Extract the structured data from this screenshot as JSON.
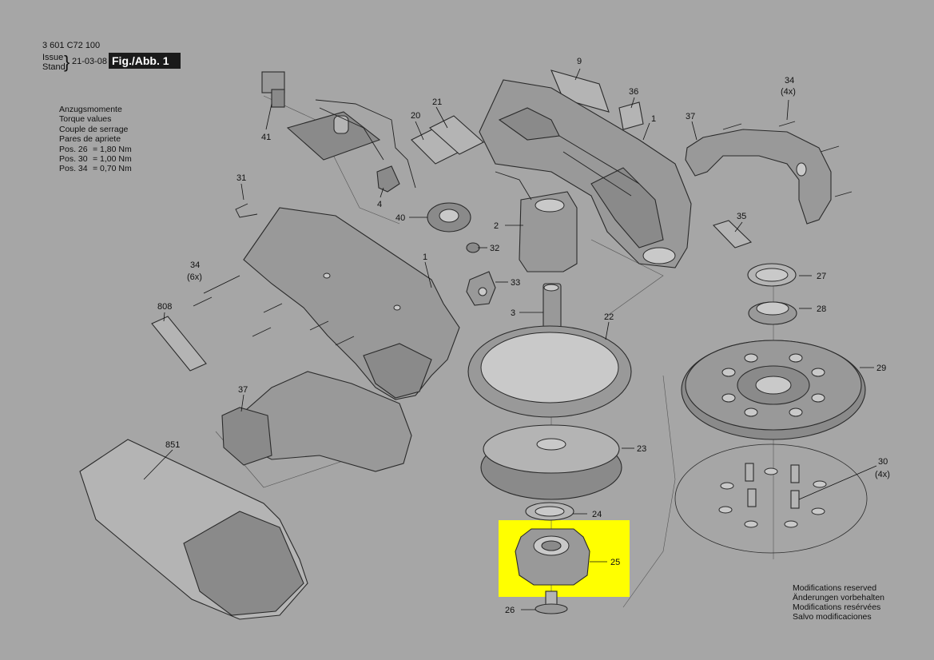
{
  "header": {
    "doc_number": "3 601 C72 100",
    "issue_label": "Issue",
    "stand_label": "Stand",
    "brace": "}",
    "date": "21-03-08",
    "figure_label": "Fig./Abb. 1"
  },
  "torque": {
    "lines": [
      "Anzugsmomente",
      "Torque values",
      "Couple de serrage",
      "Pares de apriete"
    ],
    "values": [
      {
        "pos": "Pos. 26",
        "val": "= 1,80 Nm"
      },
      {
        "pos": "Pos. 30",
        "val": "= 1,00 Nm"
      },
      {
        "pos": "Pos. 34",
        "val": "= 0,70 Nm"
      }
    ]
  },
  "note": {
    "lines": [
      "Modifications reserved",
      "Änderungen vorbehalten",
      "Modifications resérvées",
      "Salvo modificaciones"
    ]
  },
  "callouts": {
    "c9": "9",
    "c36": "36",
    "c1a": "1",
    "c37a": "37",
    "c34a": "34",
    "c34a_qty": "(4x)",
    "c21": "21",
    "c20": "20",
    "c41": "41",
    "c4": "4",
    "c31": "31",
    "c40": "40",
    "c2": "2",
    "c35": "35",
    "c32": "32",
    "c27": "27",
    "c1b": "1",
    "c34b": "34",
    "c34b_qty": "(6x)",
    "c33": "33",
    "c28": "28",
    "c808": "808",
    "c3": "3",
    "c22": "22",
    "c29": "29",
    "c37b": "37",
    "c851": "851",
    "c23": "23",
    "c30": "30",
    "c30_qty": "(4x)",
    "c24": "24",
    "c25": "25",
    "c26": "26"
  },
  "highlight": {
    "color": "#ffff00",
    "part": "25"
  },
  "colors": {
    "background": "#a6a6a6",
    "ink": "#111111"
  }
}
